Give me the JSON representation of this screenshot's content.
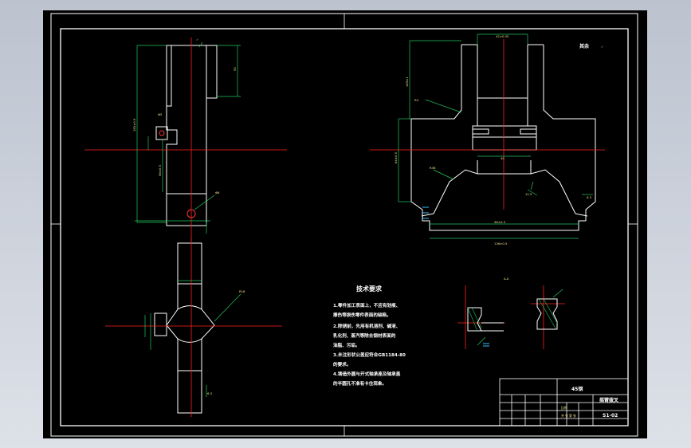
{
  "drawing": {
    "tech_requirements": {
      "heading": "技术要求",
      "items": [
        "1.零件加工表面上，不应有划痕、",
        "  擦伤等损伤零件表面的缺陷。",
        "2.除锈前，先用有机溶剂、碱液、",
        "  乳化剂、蒸汽等除去钢材表面的",
        "  油脂、污垢。",
        "3.未注形状公差应符合GB1184-80",
        "  的要求。",
        "4.铸造外圆与开式轴承座及轴承盖",
        "  的半圆孔不准有卡住现象。"
      ]
    },
    "title_block": {
      "material": "45钢",
      "name": "摇臂拨叉",
      "drawing_no": "S1-02",
      "scale_label": "比例",
      "sheet_label": "共 张 第 张"
    },
    "view_label_section": "A-A",
    "roughness_note": "其余"
  }
}
